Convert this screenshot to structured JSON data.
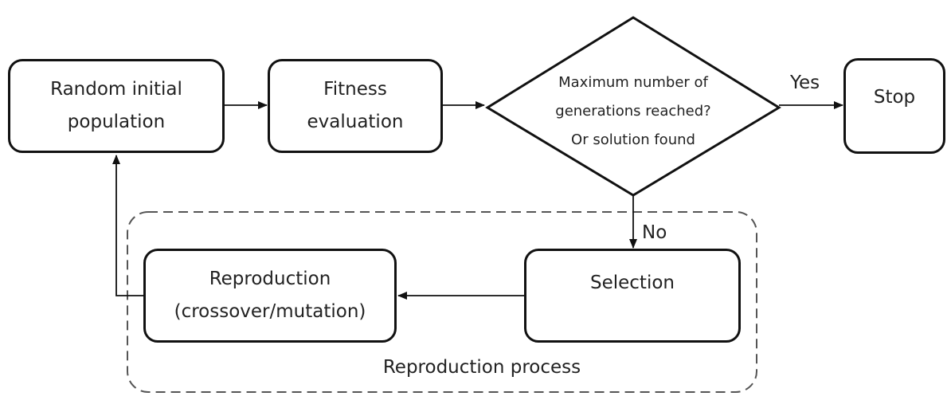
{
  "nodes": {
    "start": {
      "lines": [
        "Random initial",
        "population"
      ]
    },
    "fitness": {
      "lines": [
        "Fitness",
        "evaluation"
      ]
    },
    "decision": {
      "lines": [
        "Maximum number of",
        "generations reached?",
        "Or solution found"
      ]
    },
    "stop": {
      "lines": [
        "Stop"
      ]
    },
    "selection": {
      "lines": [
        "Selection"
      ]
    },
    "reproduction": {
      "lines": [
        "Reproduction",
        "(crossover/mutation)"
      ]
    }
  },
  "edge_labels": {
    "yes": "Yes",
    "no": "No"
  },
  "group": {
    "label": "Reproduction process"
  },
  "colors": {
    "stroke": "#111111",
    "text": "#222222",
    "dashed_group": "#555555"
  }
}
